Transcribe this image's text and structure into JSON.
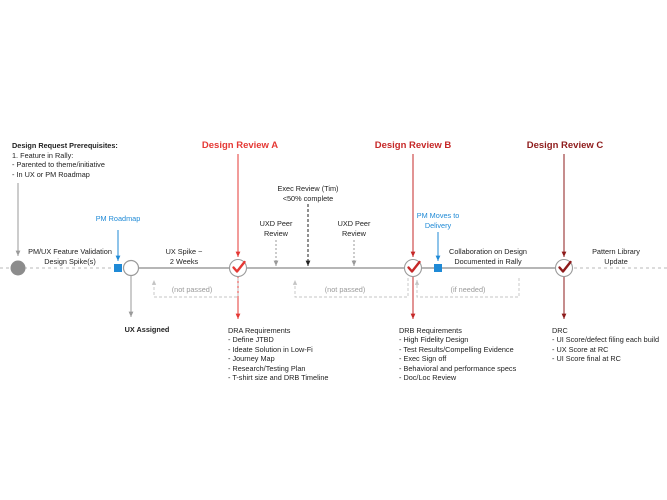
{
  "prerequisites": {
    "title": "Design Request Prerequisites:",
    "lines": [
      "1. Feature in Rally:",
      "- Parented to theme/initiative",
      "- In UX or PM Roadmap"
    ]
  },
  "reviews": {
    "a": {
      "label": "Design Review A",
      "color": "#e53935"
    },
    "b": {
      "label": "Design Review B",
      "color": "#c62828"
    },
    "c": {
      "label": "Design Review C",
      "color": "#8e1b1b"
    }
  },
  "exec_review": {
    "line1": "Exec Review (Tim)",
    "line2": "<50% complete"
  },
  "pm_roadmap": "PM Roadmap",
  "pm_moves": {
    "line1": "PM Moves to",
    "line2": "Delivery"
  },
  "uxd_peer_1": {
    "line1": "UXD Peer",
    "line2": "Review"
  },
  "uxd_peer_2": {
    "line1": "UXD Peer",
    "line2": "Review"
  },
  "validation": {
    "line1": "PM/UX Feature Validation",
    "line2": "Design Spike(s)"
  },
  "ux_spike": {
    "line1": "UX Spike ~",
    "line2": "2 Weeks"
  },
  "collaboration": {
    "line1": "Collaboration on Design",
    "line2": "Documented in Rally"
  },
  "pattern_library": {
    "line1": "Pattern Library",
    "line2": "Update"
  },
  "loop_labels": {
    "not_passed_1": "(not passed)",
    "not_passed_2": "(not passed)",
    "if_needed": "(if needed)"
  },
  "ux_assigned": "UX Assigned",
  "dra": {
    "title": "DRA Requirements",
    "items": [
      "- Define JTBD",
      "- Ideate Solution in Low-Fi",
      "- Journey Map",
      "- Research/Testing Plan",
      "- T-shirt size and DRB Timeline"
    ]
  },
  "drb": {
    "title": "DRB Requirements",
    "items": [
      "- High Fidelity Design",
      "- Test Results/Compelling Evidence",
      "- Exec Sign off",
      "- Behavioral and performance specs",
      "- Doc/Loc Review"
    ]
  },
  "drc": {
    "title": "DRC",
    "items": [
      "- UI Score/defect filing each build",
      "- UX Score at RC",
      "- UI Score final at RC"
    ]
  },
  "colors": {
    "timeline": "#8a8a8a",
    "accent_blue": "#1f8ad6",
    "dashed": "#bdbdbd"
  }
}
